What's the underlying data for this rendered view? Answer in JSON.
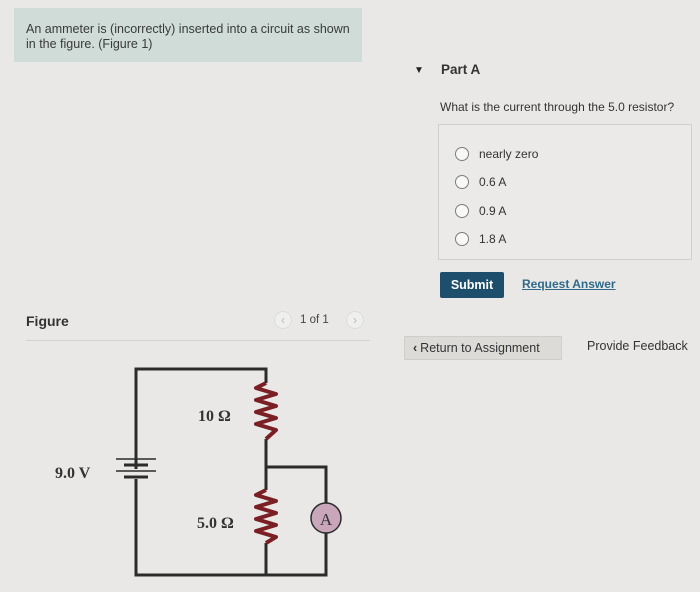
{
  "intro": {
    "text": "An ammeter is (incorrectly) inserted into a circuit as shown in the figure. ",
    "figure_link": "(Figure 1)"
  },
  "figure": {
    "title": "Figure",
    "pager": "1 of 1",
    "prev_icon": "chevron-left-icon",
    "next_icon": "chevron-right-icon",
    "labels": {
      "battery": "9.0 V",
      "r1": "10 Ω",
      "r2": "5.0 Ω",
      "ammeter": "A"
    }
  },
  "part": {
    "title": "Part A",
    "question": "What is the current through the 5.0 resistor?",
    "options": [
      "nearly zero",
      "0.6 A",
      "0.9 A",
      "1.8 A"
    ]
  },
  "actions": {
    "submit": "Submit",
    "request_answer": "Request Answer",
    "return": "Return to Assignment",
    "feedback": "Provide Feedback"
  },
  "colors": {
    "intro_bg": "#cfdcd7",
    "submit_bg": "#1d4f6d",
    "link": "#2f6a8a",
    "resistor": "#7a1f24",
    "ammeter_fill": "#c9a6ba"
  }
}
